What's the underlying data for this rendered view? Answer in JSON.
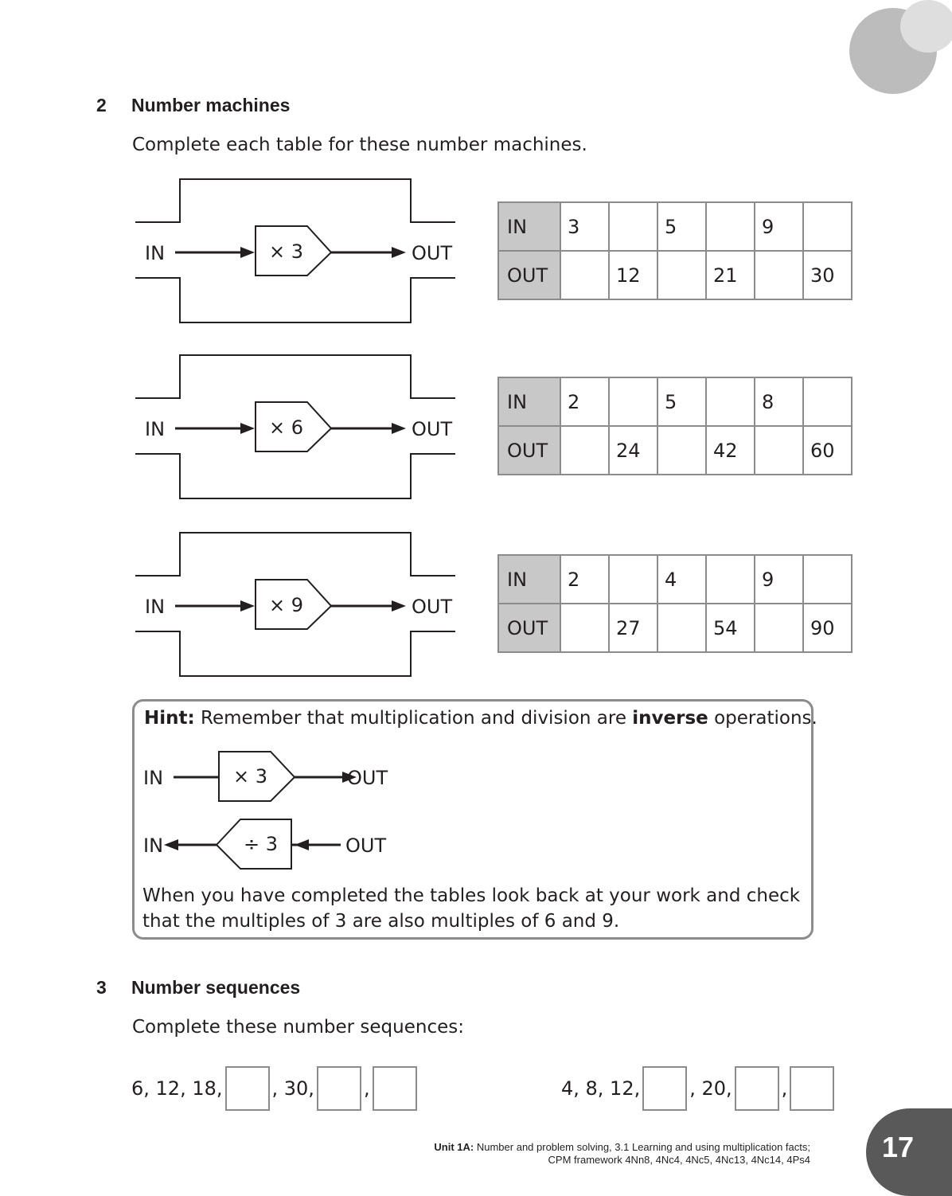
{
  "decor": {
    "circle_main_color": "#bcbcbc",
    "circle_small_color": "#dedede",
    "badge_color": "#595959",
    "table_header_color": "#c8c8c8"
  },
  "q2": {
    "number": "2",
    "title": "Number machines",
    "instruction": "Complete each table for these number machines.",
    "machines": [
      {
        "in_label": "IN",
        "out_label": "OUT",
        "op": "× 3",
        "row_in": [
          "IN",
          "3",
          "",
          "5",
          "",
          "9",
          ""
        ],
        "row_out": [
          "OUT",
          "",
          "12",
          "",
          "21",
          "",
          "30"
        ]
      },
      {
        "in_label": "IN",
        "out_label": "OUT",
        "op": "× 6",
        "row_in": [
          "IN",
          "2",
          "",
          "5",
          "",
          "8",
          ""
        ],
        "row_out": [
          "OUT",
          "",
          "24",
          "",
          "42",
          "",
          "60"
        ]
      },
      {
        "in_label": "IN",
        "out_label": "OUT",
        "op": "× 9",
        "row_in": [
          "IN",
          "2",
          "",
          "4",
          "",
          "9",
          ""
        ],
        "row_out": [
          "OUT",
          "",
          "27",
          "",
          "54",
          "",
          "90"
        ]
      }
    ]
  },
  "hint": {
    "label": "Hint:",
    "line1_pre": " Remember that multiplication and division are ",
    "line1_bold": "inverse",
    "line1_post": " operations.",
    "forward": {
      "in": "IN",
      "op": "× 3",
      "out": "OUT"
    },
    "inverse": {
      "in": "IN",
      "op": "÷ 3",
      "out": "OUT"
    },
    "line2": "When you have completed the tables look back at your work and check",
    "line3": "that the multiples of 3 are also multiples of 6 and 9."
  },
  "q3": {
    "number": "3",
    "title": "Number sequences",
    "instruction": "Complete these number sequences:",
    "seq1": {
      "start": "6, 12, 18,",
      "mid": ", 30,",
      "sep": ","
    },
    "seq2": {
      "start": "4, 8, 12,",
      "mid": ", 20,",
      "sep": ","
    }
  },
  "footer": {
    "unit_bold": "Unit 1A:",
    "line1": " Number and problem solving, 3.1 Learning and using multiplication facts;",
    "line2": "CPM framework 4Nn8, 4Nc4, 4Nc5, 4Nc13, 4Nc14, 4Ps4"
  },
  "page_number": "17"
}
